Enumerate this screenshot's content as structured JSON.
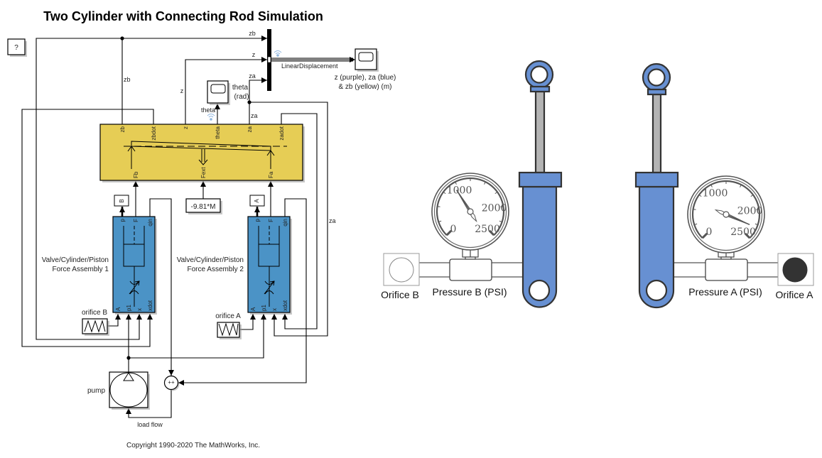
{
  "title": "Two Cylinder with Connecting Rod Simulation",
  "copyright": "Copyright 1990-2020 The MathWorks, Inc.",
  "help_block": {
    "label": "?"
  },
  "bus": {
    "output_signal": "LinearDisplacement",
    "inputs": [
      "zb",
      "z",
      "za"
    ]
  },
  "scopes": {
    "displacement": {
      "caption_line1": "z (purple), za (blue)",
      "caption_line2": "& zb (yellow) (m)"
    },
    "theta": {
      "caption_line1": "theta",
      "caption_line2": "(rad)"
    }
  },
  "signal_labels": {
    "zb_top": "zb",
    "zb_vertical": "zb",
    "z_bus": "z",
    "z_vertical": "z",
    "za_bus": "za",
    "za_vertical": "za",
    "za_right": "za",
    "theta": "theta",
    "load_flow": "load flow"
  },
  "rod_block": {
    "inputs_top": [
      "zb",
      "zbdot",
      "z",
      "theta",
      "za",
      "zadot"
    ],
    "inputs_bottom": [
      "Fb",
      "Fext",
      "Fa"
    ]
  },
  "gain_block": {
    "label": "-9.81*M"
  },
  "assemblies": [
    {
      "name_line1": "Valve/Cylinder/Piston",
      "name_line2": "Force Assembly 1",
      "ports_top": [
        "p",
        "F",
        "qin"
      ],
      "ports_bottom": [
        "A",
        "p1",
        "x",
        "xdot"
      ],
      "goto_tag": "B"
    },
    {
      "name_line1": "Valve/Cylinder/Piston",
      "name_line2": "Force Assembly 2",
      "ports_top": [
        "p",
        "F",
        "qin"
      ],
      "ports_bottom": [
        "A",
        "p1",
        "x",
        "xdot"
      ],
      "goto_tag": "A"
    }
  ],
  "orifices": [
    {
      "label": "orifice B"
    },
    {
      "label": "orifice A"
    }
  ],
  "pump": {
    "label": "pump"
  },
  "sum_block": {
    "signs": "++"
  },
  "colors": {
    "rod_block": "#e6cd55",
    "assembly": "#4b93c6",
    "cylinder": "#6790d2",
    "rod": "#b4b4b4",
    "outline": "#333333",
    "orifice_closed": "#333333",
    "orifice_open": "#ffffff"
  },
  "animation": {
    "gauges": [
      {
        "label": "Pressure B (PSI)",
        "value": 950,
        "min": 0,
        "max": 2500,
        "tick_labels": [
          0,
          1000,
          2000,
          2500
        ]
      },
      {
        "label": "Pressure A (PSI)",
        "value": 2300,
        "min": 0,
        "max": 2500,
        "tick_labels": [
          0,
          1000,
          2000,
          2500
        ]
      }
    ],
    "orifices": [
      {
        "label": "Orifice B",
        "state": "open"
      },
      {
        "label": "Orifice A",
        "state": "closed"
      }
    ]
  }
}
